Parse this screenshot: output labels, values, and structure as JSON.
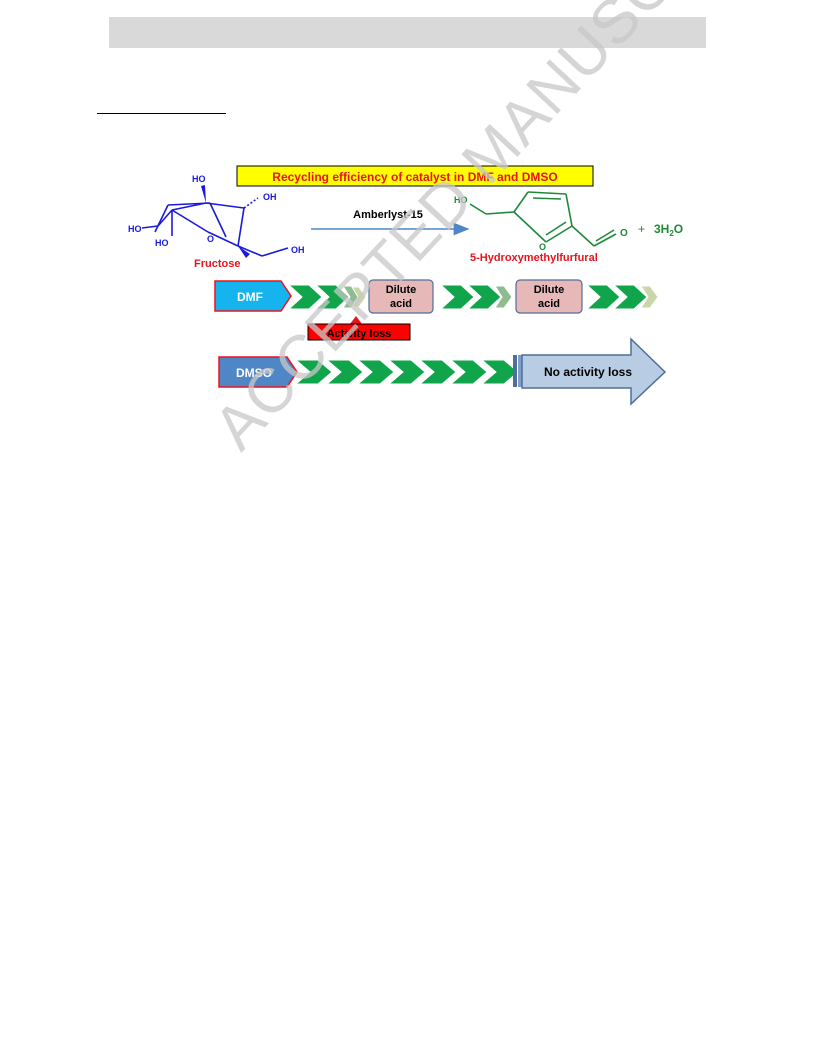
{
  "banner": "Recycling efficiency of catalyst in DMF and DMSO",
  "reaction": {
    "reagent": "Amberlyst-15",
    "substrate_name": "Fructose",
    "product_name": "5-Hydroxymethylfurfural",
    "plus": "+",
    "byproduct": "3H2O",
    "labels": {
      "ho_top": "HO",
      "oh_upper": "OH",
      "ho_left": "HO",
      "ho_mid": "HO",
      "ring_o": "O",
      "oh_right": "OH",
      "hmf_ho": "HO",
      "hmf_ring_o": "O",
      "hmf_carbonyl_o": "O"
    }
  },
  "dmf_row": {
    "solvent": "DMF",
    "box1": [
      "Dilute",
      "acid"
    ],
    "box2": [
      "Dilute",
      "acid"
    ],
    "warning": "Activity loss"
  },
  "dmso_row": {
    "solvent": "DMSO",
    "result": "No activity loss"
  },
  "watermark": "ACCEPTED MANUSCRIPT",
  "colors": {
    "banner_bg": "#ffff00",
    "banner_text": "#e8141c",
    "fructose": "#1a1adc",
    "hmf": "#1e8a3a",
    "name_red": "#e8141c",
    "arrow_green": "#10a54a",
    "dmf_box": "#16b4ee",
    "dmso_box": "#4f86c6",
    "dilute_box": "#e6b8b7",
    "warning_bg": "#ff0000",
    "big_arrow": "#b8cce4"
  }
}
